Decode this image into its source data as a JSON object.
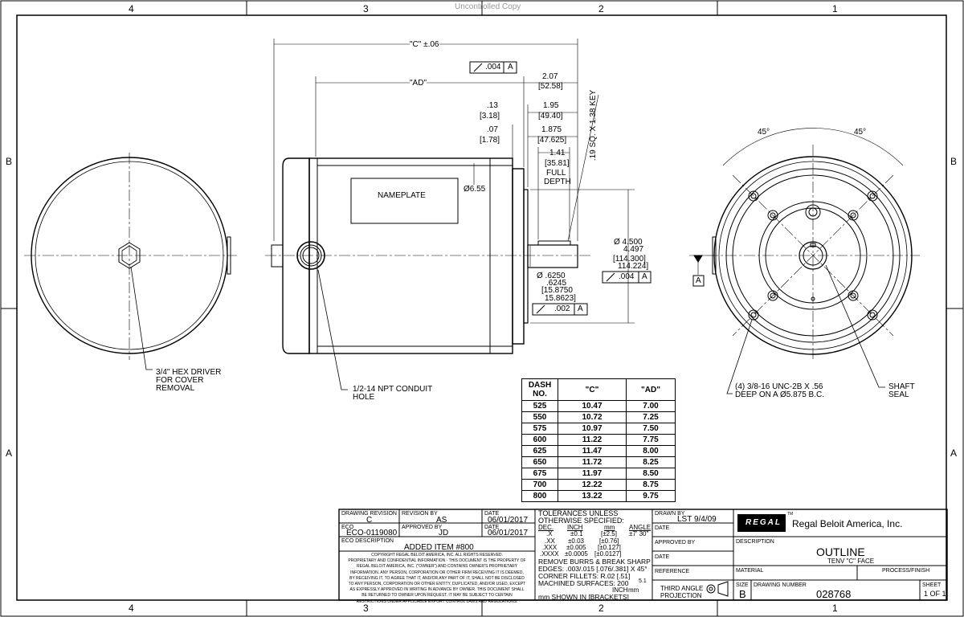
{
  "zones": {
    "top": [
      "4",
      "3",
      "2",
      "1"
    ],
    "bottom": [
      "4",
      "3",
      "2",
      "1"
    ],
    "left": [
      "B",
      "A"
    ],
    "right": [
      "B",
      "A"
    ]
  },
  "watermark": "Uncontrolled Copy",
  "dims": {
    "c_label": "\"C\" ±.06",
    "ad_label": "\"AD\"",
    "runout1_value": ".004",
    "runout1_ref": "A",
    "d207": "2.07",
    "d207m": "[52.58]",
    "d13": ".13",
    "d13m": "[3.18]",
    "d195": "1.95",
    "d195m": "[49.40]",
    "d07": ".07",
    "d07m": "[1.78]",
    "d1875": "1.875",
    "d1875m": "[47.625]",
    "d141": "1.41",
    "d141m": "[35.81]",
    "full": "FULL",
    "depth": "DEPTH",
    "key": ".19 SQ. X 1.38 KEY",
    "dia655": "Ø6.55",
    "nameplate": "NAMEPLATE",
    "pilot_a": "Ø 4.500",
    "pilot_b": "4.497",
    "pilot_c": "[114.300]",
    "pilot_d": "114.224]",
    "runout2_value": ".004",
    "runout2_ref": "A",
    "shaft_a": "Ø .6250",
    "shaft_b": ".6245",
    "shaft_c": "[15.8750",
    "shaft_d": "15.8623]",
    "runout3_value": ".002",
    "runout3_ref": "A",
    "datum": "A",
    "ang1": "45°",
    "ang2": "45°"
  },
  "notes": {
    "hex1": "3/4\" HEX DRIVER",
    "hex2": "FOR COVER",
    "hex3": "REMOVAL",
    "npt1": "1/2-14 NPT CONDUIT",
    "npt2": "HOLE",
    "unc1": "(4) 3/8-16 UNC-2B X .56",
    "unc2": "DEEP ON A Ø5.875 B.C.",
    "seal1": "SHAFT",
    "seal2": "SEAL"
  },
  "dash_table": {
    "headers": [
      "DASH NO.",
      "\"C\"",
      "\"AD\""
    ],
    "rows": [
      [
        "525",
        "10.47",
        "7.00"
      ],
      [
        "550",
        "10.72",
        "7.25"
      ],
      [
        "575",
        "10.97",
        "7.50"
      ],
      [
        "600",
        "11.22",
        "7.75"
      ],
      [
        "625",
        "11.47",
        "8.00"
      ],
      [
        "650",
        "11.72",
        "8.25"
      ],
      [
        "675",
        "11.97",
        "8.50"
      ],
      [
        "700",
        "12.22",
        "8.75"
      ],
      [
        "800",
        "13.22",
        "9.75"
      ]
    ]
  },
  "title_block": {
    "drawing_revision_label": "DRAWING REVISION",
    "drawing_revision": "C",
    "revision_by_label": "REVISION BY",
    "revision_by": "AS",
    "date_label": "DATE",
    "revision_date": "06/01/2017",
    "eco_label": "ECO",
    "eco": "ECO-0119080",
    "approved_by_label": "APPROVED BY",
    "approved_by": "JD",
    "date2_label": "DATE",
    "approved_date": "06/01/2017",
    "eco_desc_label": "ECO DESCRIPTION",
    "eco_desc": "ADDED ITEM #800",
    "copyright1": "COPYRIGHT REGAL BELOIT AMERICA, INC. ALL RIGHTS RESERVED.",
    "copyright2": "PROPRIETARY AND CONFIDENTIAL INFORMATION - THIS DOCUMENT IS THE PROPERTY OF",
    "copyright3": "REGAL BELOIT AMERICA, INC. (\"OWNER\") AND CONTAINS OWNER'S PROPRIETARY",
    "copyright4": "INFORMATION. ANY PERSON, CORPORATION OR OTHER FIRM RECEIVING IT IS DEEMED,",
    "copyright5": "BY RECEIVING IT, TO AGREE THAT IT, AND/OR ANY PART OF IT, SHALL NOT BE DISCLOSED",
    "copyright6": "TO ANY PERSON, CORPORATION OR OTHER ENTITY, DUPLICATED, AND/OR USED, EXCEPT",
    "copyright7": "AS EXPRESSLY APPROVED IN WRITING IN ADVANCE BY OWNER. THIS DOCUMENT SHALL",
    "copyright8": "BE RETURNED TO OWNER UPON REQUEST. IT MAY BE SUBJECT TO CERTAIN",
    "copyright9": "RESTRICTIONS UNDER APPLICABLE EXPORT CONTROL LAWS AND REGULATIONS.",
    "tol1": "TOLERANCES UNLESS",
    "tol2": "OTHERWISE SPECIFIED:",
    "tol_dec": "DEC.",
    "tol_inch": "INCH",
    "tol_mm": "mm",
    "tol_angle": "ANGLE",
    "tol_x": ".X",
    "tol_x_in": "±0.1",
    "tol_x_mm": "[±2.5]",
    "tol_ang": "±7' 30\"",
    "tol_xx": ".XX",
    "tol_xx_in": "±0.03",
    "tol_xx_mm": "[±0.76]",
    "tol_xxx": ".XXX",
    "tol_xxx_in": "±0.005",
    "tol_xxx_mm": "[±0.127]",
    "tol_xxxx": ".XXXX",
    "tol_xxxx_in": "±0.0005",
    "tol_xxxx_mm": "[±0.0127]",
    "burrs": "REMOVE BURRS & BREAK SHARP",
    "edges": "EDGES: .003/.015 [.076/.381] X 45°",
    "fillets": "CORNER FILLETS: R.02 [.51]",
    "machined": "MACHINED SURFACES: 200",
    "finish_inch": "INCH",
    "finish_mm": "mm",
    "finish_val": "5.1",
    "mm_shown": "mm SHOWN IN [BRACKETS]",
    "drawn_by_label": "DRAWN BY",
    "drawn_by": "LST 9/4/09",
    "date3_label": "DATE",
    "approved_by2_label": "APPROVED BY",
    "date4_label": "DATE",
    "reference_label": "REFERENCE",
    "third_angle1": "THIRD ANGLE",
    "third_angle2": "PROJECTION",
    "logo": "REGAL",
    "tm": "TM",
    "company": "Regal Beloit America, Inc.",
    "description_label": "DESCRIPTION",
    "description": "OUTLINE",
    "description2": "TENV \"C\" FACE",
    "material_label": "MATERIAL",
    "process_label": "PROCESS/FINISH",
    "size_label": "SIZE",
    "size": "B",
    "drawing_number_label": "DRAWING NUMBER",
    "drawing_number": "028768",
    "sheet_label": "SHEET",
    "sheet": "1 OF 1"
  }
}
